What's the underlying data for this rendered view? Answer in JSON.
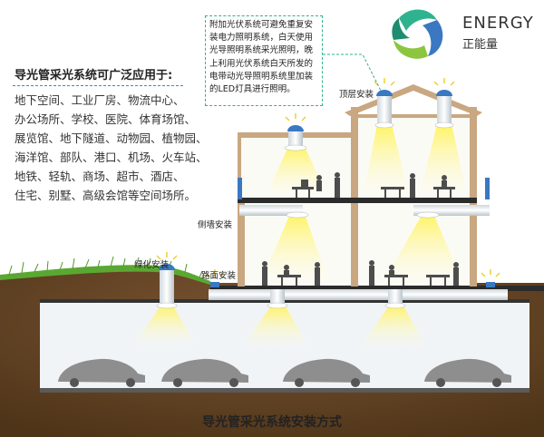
{
  "logo": {
    "brand": "ENERGY",
    "brand_cn": "正能量"
  },
  "applications": {
    "title": "导光管采光系统可广泛应用于:",
    "lines": [
      "地下空间、工业厂房、物流中心、",
      "办公场所、学校、医院、体育场馆、",
      "展览馆、地下隧道、动物园、植物园、",
      "海洋馆、部队、港口、机场、火车站、",
      "地铁、轻轨、商场、超市、酒店、",
      "住宅、别墅、高级会馆等空间场所。"
    ]
  },
  "callout": {
    "lines": [
      "附加光伏系统可避免重复安",
      "装电力照明系统，白天使用",
      "光导照明系统采光照明，晚",
      "上利用光伏系统白天所发的",
      "电带动光导照明系统里加装",
      "的LED灯具进行照明。"
    ]
  },
  "labels": {
    "roof": "顶层安装",
    "side_wall": "侧墙安装",
    "green": "绿化安装",
    "road": "路面安装"
  },
  "caption": "导光管采光系统安装方式",
  "colors": {
    "soil": "#6b4a2a",
    "grass": "#5aa832",
    "wall": "#c9a781",
    "beam": "#2b2b2b",
    "light": "#fff27a",
    "tube": "#e8eef2",
    "dome": "#3a78c2",
    "accent": "#2fb38f"
  }
}
